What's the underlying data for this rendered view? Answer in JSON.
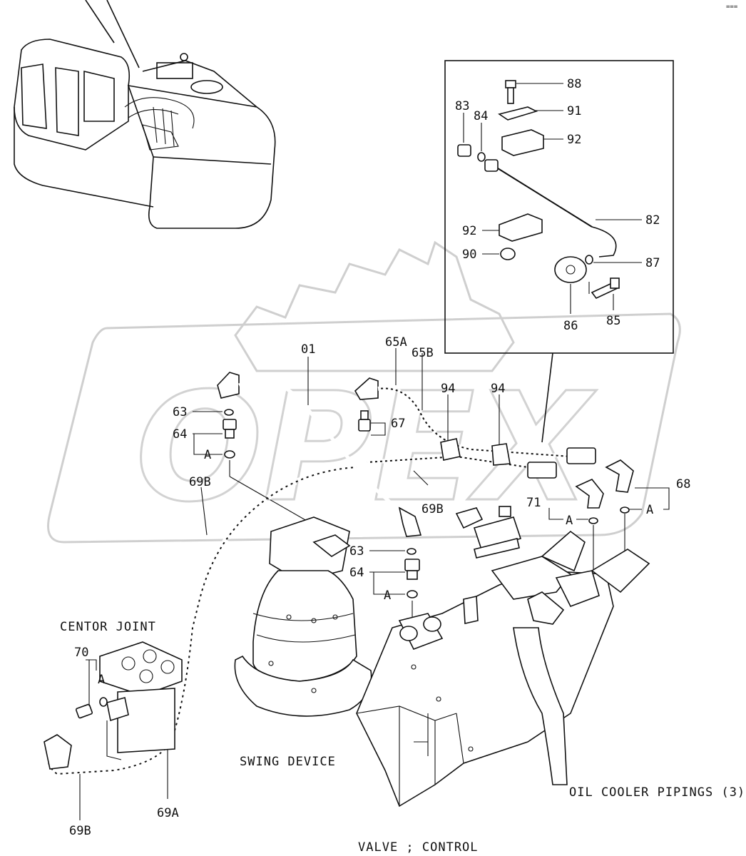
{
  "corner_mark": "===",
  "inset_parts": [
    "88",
    "91",
    "92",
    "83",
    "84",
    "82",
    "92",
    "90",
    "87",
    "86",
    "85"
  ],
  "labels": {
    "p01": "01",
    "p65A": "65A",
    "p65B": "65B",
    "p94a": "94",
    "p94b": "94",
    "p63a": "63",
    "p64a": "64",
    "pAa": "A",
    "p67": "67",
    "p68": "68",
    "pAd": "A",
    "p71": "71",
    "pAc": "A",
    "p69B_top": "69B",
    "p69B_mid": "69B",
    "p63b": "63",
    "p64b": "64",
    "pAb": "A",
    "p70": "70",
    "pAe": "A",
    "p69B_bot": "69B",
    "p69A": "69A"
  },
  "captions": {
    "centor_joint": "CENTOR JOINT",
    "swing_device": "SWING DEVICE",
    "oil_cooler": "OIL COOLER PIPINGS (3)",
    "valve_control": "VALVE ; CONTROL"
  },
  "watermark_letters": "OPEX"
}
